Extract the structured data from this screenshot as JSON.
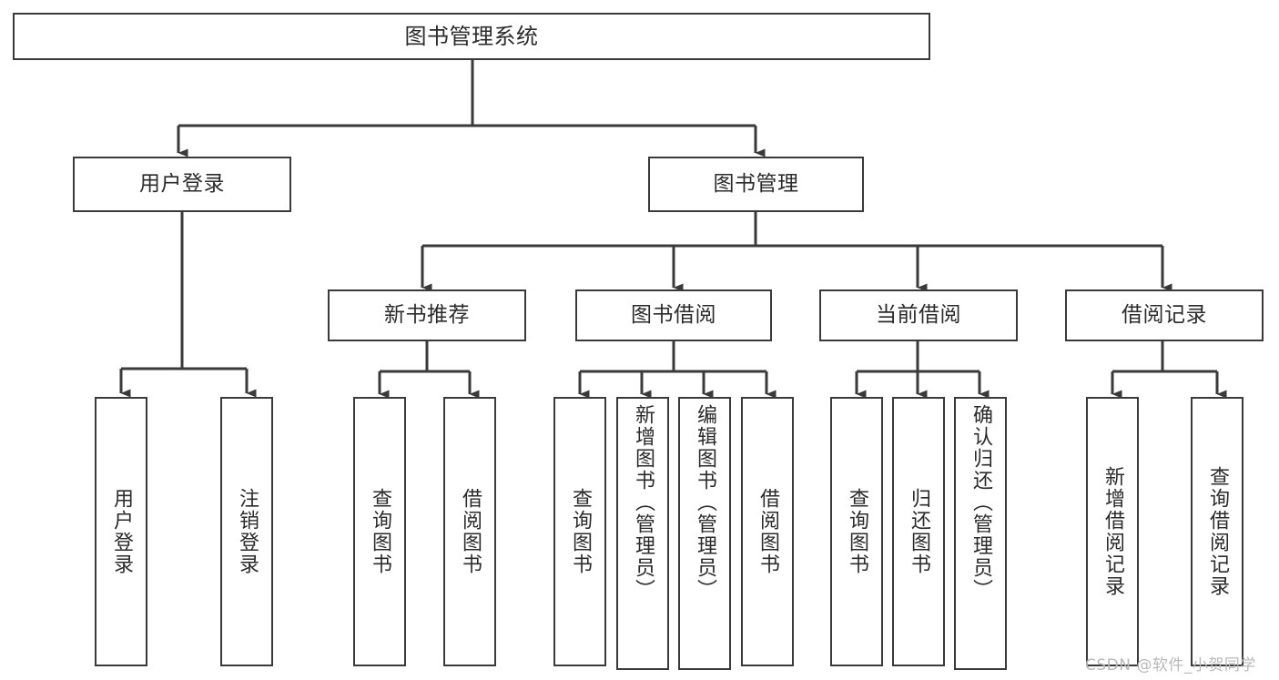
{
  "diagram": {
    "title": "图书管理系统",
    "watermark": "CSDN @软件_小贺同学",
    "colors": {
      "box_border": "#3a3a3a",
      "box_fill": "#ffffff",
      "connector": "#3a3a3a",
      "text": "#2b2b2b",
      "background": "#ffffff",
      "watermark": "#b9b9b9"
    },
    "nodes": {
      "root": "图书管理系统",
      "level1": {
        "user_login": "用户登录",
        "book_manage": "图书管理"
      },
      "level2": {
        "new_book_recommend": "新书推荐",
        "book_borrow": "图书借阅",
        "current_borrow": "当前借阅",
        "borrow_record": "借阅记录"
      },
      "leaves": {
        "user_login_1": "用户登录",
        "user_login_2": "注销登录",
        "recommend_1": "查询图书",
        "recommend_2": "借阅图书",
        "borrow_1": "查询图书",
        "borrow_2": "新增图书（管理员）",
        "borrow_3": "编辑图书（管理员）",
        "borrow_4": "借阅图书",
        "current_1": "查询图书",
        "current_2": "归还图书",
        "current_3": "确认归还（管理员）",
        "record_1": "新增借阅记录",
        "record_2": "查询借阅记录"
      }
    }
  }
}
